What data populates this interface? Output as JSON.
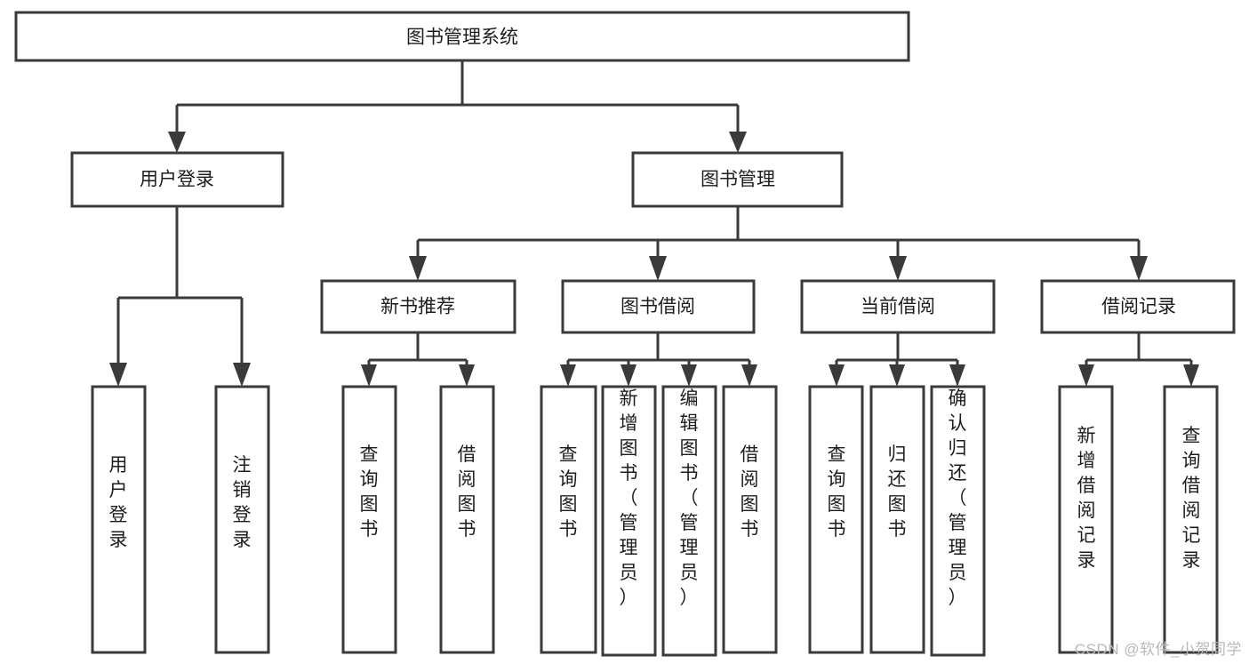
{
  "diagram": {
    "type": "tree",
    "title": "图书管理系统",
    "watermark": "CSDN @软件_小贺同学",
    "colors": {
      "stroke": "#3a3a3a",
      "fill": "#ffffff",
      "text": "#1d1d1d",
      "watermark": "#b9b9b9",
      "background": "#ffffff"
    },
    "root": {
      "label": "图书管理系统"
    },
    "level1": [
      {
        "label": "用户登录"
      },
      {
        "label": "图书管理"
      }
    ],
    "level2": [
      {
        "label": "新书推荐"
      },
      {
        "label": "图书借阅"
      },
      {
        "label": "当前借阅"
      },
      {
        "label": "借阅记录"
      }
    ],
    "leaves": {
      "user_login": [
        {
          "label": "用户登录"
        },
        {
          "label": "注销登录"
        }
      ],
      "new_book_recommend": [
        {
          "label": "查询图书"
        },
        {
          "label": "借阅图书"
        }
      ],
      "book_borrow": [
        {
          "label": "查询图书"
        },
        {
          "label": "新增图书（管理员）"
        },
        {
          "label": "编辑图书（管理员）"
        },
        {
          "label": "借阅图书"
        }
      ],
      "current_borrow": [
        {
          "label": "查询图书"
        },
        {
          "label": "归还图书"
        },
        {
          "label": "确认归还（管理员）"
        }
      ],
      "borrow_record": [
        {
          "label": "新增借阅记录"
        },
        {
          "label": "查询借阅记录"
        }
      ]
    }
  }
}
